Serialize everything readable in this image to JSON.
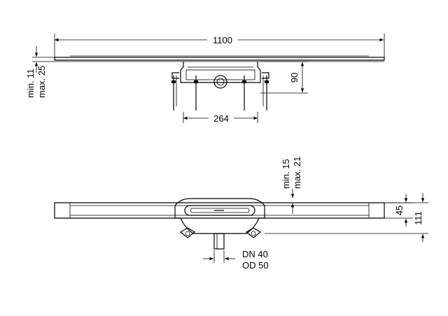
{
  "top_view": {
    "overall_length": "1100",
    "height_adjust_min": "min. 11",
    "height_adjust_max": "max. 25",
    "installation_height": "90",
    "foot_spacing": "264"
  },
  "front_view": {
    "cover_min": "min. 15",
    "cover_max": "max. 21",
    "channel_height": "45",
    "total_height": "111",
    "outlet_dn": "DN 40",
    "outlet_od": "OD 50"
  },
  "colors": {
    "line": "#000000",
    "background": "#ffffff"
  }
}
